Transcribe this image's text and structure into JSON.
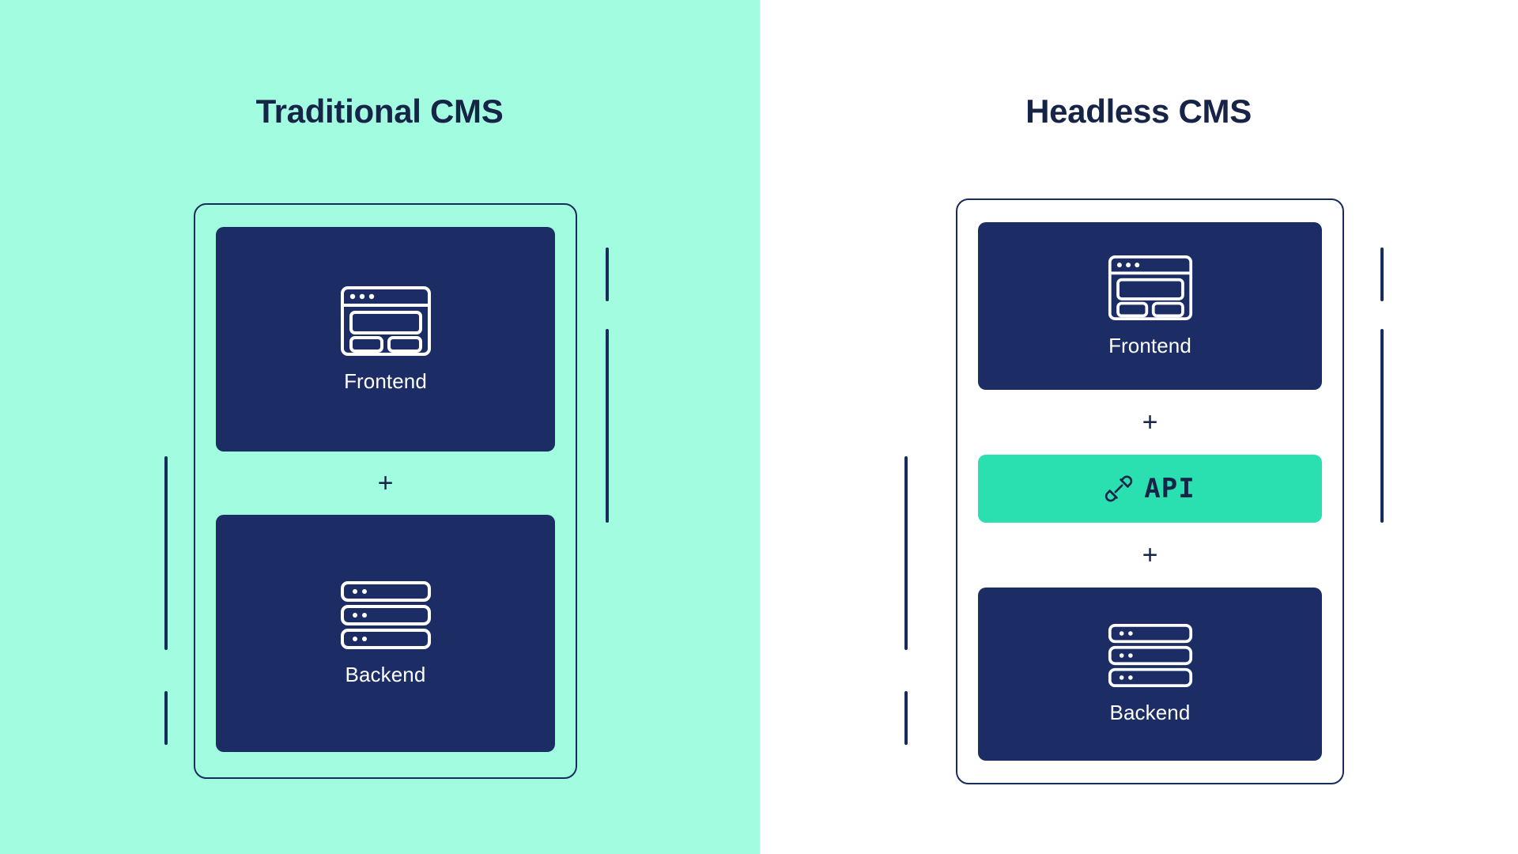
{
  "colors": {
    "teal_bg": "#a2fce0",
    "white_bg": "#ffffff",
    "navy_card": "#1b2d64",
    "navy_stroke": "#162c5a",
    "navy_text": "#162447",
    "api_green": "#2ae0b0",
    "card_text": "#ffffff"
  },
  "panels": [
    {
      "id": "traditional",
      "title": "Traditional CMS",
      "background": "#a2fce0",
      "blocks": [
        {
          "type": "card",
          "name": "frontend",
          "label": "Frontend",
          "icon": "browser-window-icon"
        },
        {
          "type": "plus",
          "name": "plus-1",
          "label": "+"
        },
        {
          "type": "card",
          "name": "backend",
          "label": "Backend",
          "icon": "server-stack-icon"
        }
      ]
    },
    {
      "id": "headless",
      "title": "Headless CMS",
      "background": "#ffffff",
      "blocks": [
        {
          "type": "card",
          "name": "frontend",
          "label": "Frontend",
          "icon": "browser-window-icon"
        },
        {
          "type": "plus",
          "name": "plus-1",
          "label": "+"
        },
        {
          "type": "api",
          "name": "api",
          "label": "API",
          "icon": "plug-connector-icon"
        },
        {
          "type": "plus",
          "name": "plus-2",
          "label": "+"
        },
        {
          "type": "card",
          "name": "backend",
          "label": "Backend",
          "icon": "server-stack-icon"
        }
      ]
    }
  ],
  "icons": {
    "browser": "browser-window-icon",
    "server": "server-stack-icon",
    "plug": "plug-connector-icon"
  },
  "brackets": {
    "left_long": "bracket-line-left-long",
    "left_short": "bracket-line-left-short",
    "right_short": "bracket-line-right-short",
    "right_long": "bracket-line-right-long"
  }
}
